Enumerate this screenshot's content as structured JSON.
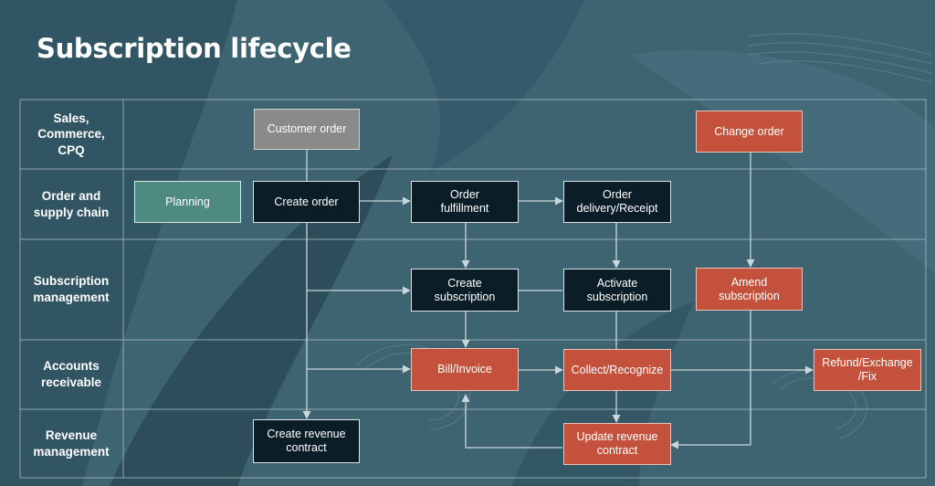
{
  "title": "Subscription lifecycle",
  "colors": {
    "background": "#3f6471",
    "dark_box": "#0b1e27",
    "orange_box": "#c4513c",
    "gray_box": "#8a8a8a",
    "teal_box": "#4e8a80",
    "connector": "#c9d6db"
  },
  "lanes": [
    {
      "id": "sales",
      "label": "Sales,\nCommerce,\nCPQ"
    },
    {
      "id": "order",
      "label": "Order and\nsupply chain"
    },
    {
      "id": "subscription",
      "label": "Subscription\nmanagement"
    },
    {
      "id": "ar",
      "label": "Accounts\nreceivable"
    },
    {
      "id": "revenue",
      "label": "Revenue\nmanagement"
    }
  ],
  "boxes": {
    "customer_order": "Customer order",
    "change_order": "Change order",
    "planning": "Planning",
    "create_order": "Create order",
    "order_fulfillment": "Order\nfulfillment",
    "order_delivery": "Order\ndelivery/Receipt",
    "create_subscription": "Create\nsubscription",
    "activate_subscription": "Activate\nsubscription",
    "amend_subscription": "Amend\nsubscription",
    "bill_invoice": "Bill/Invoice",
    "collect_recognize": "Collect/Recognize",
    "refund_exchange": "Refund/Exchange\n/Fix",
    "create_revenue_contract": "Create revenue\ncontract",
    "update_revenue_contract": "Update revenue\ncontract"
  }
}
